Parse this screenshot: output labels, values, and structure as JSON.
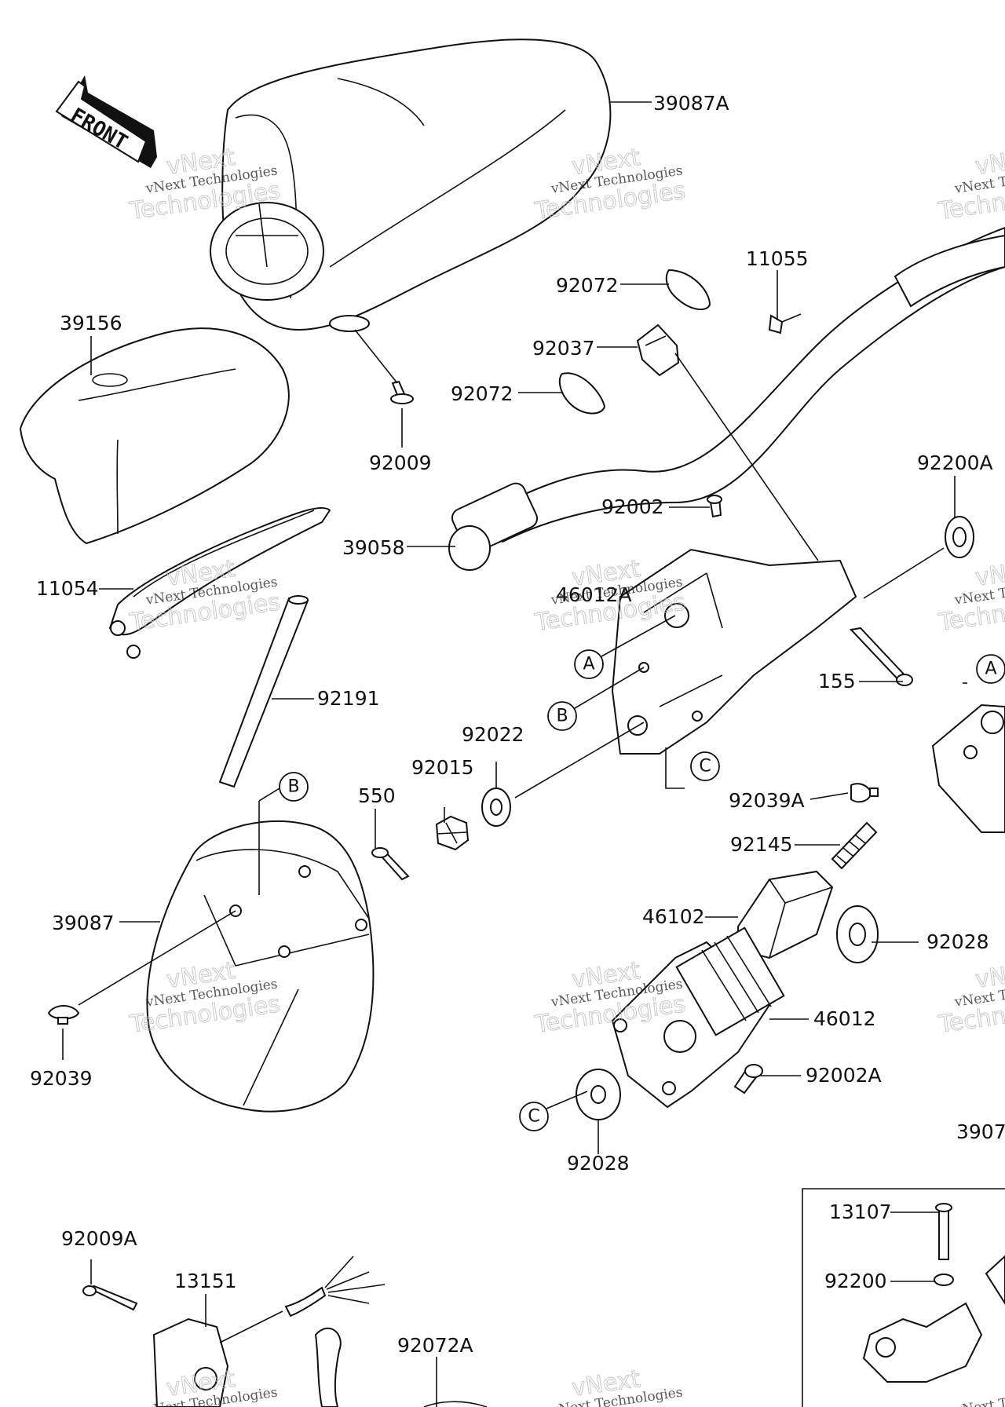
{
  "diagram": {
    "front_marker": "FRONT",
    "watermark_line1": "vNext Technologies",
    "watermark_line2": "Technologies",
    "watermark_logo": "vNext",
    "part_labels": {
      "p39087A": "39087A",
      "p39156": "39156",
      "p92009": "92009",
      "p11054": "11054",
      "p92191": "92191",
      "p39058": "39058",
      "p92072a": "92072",
      "p92072b": "92072",
      "p92037": "92037",
      "p11055": "11055",
      "p92002": "92002",
      "p46012A": "46012A",
      "p92200A": "92200A",
      "p155": "155",
      "p92022": "92022",
      "p92015": "92015",
      "p550": "550",
      "p39087": "39087",
      "p92039": "92039",
      "p92039A": "92039A",
      "p92145": "92145",
      "p46102": "46102",
      "p92028a": "92028",
      "p46012": "46012",
      "p92002A": "92002A",
      "p92028b": "92028",
      "p3907": "3907",
      "p13107": "13107",
      "p92200": "92200",
      "p92009A": "92009A",
      "p13151": "13151",
      "p92072A": "92072A"
    },
    "reference_markers": {
      "A1": "A",
      "A2": "A",
      "B1": "B",
      "B2": "B",
      "C1": "C",
      "C2": "C"
    }
  }
}
